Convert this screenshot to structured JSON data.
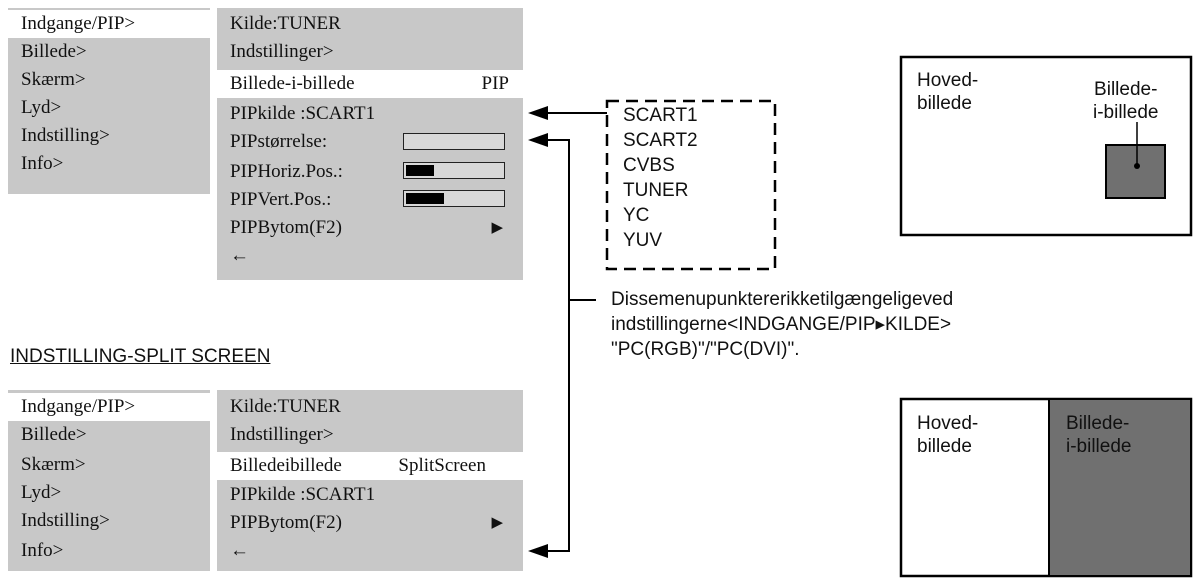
{
  "main_menu_items": [
    "Indgange/PIP>",
    "Billede>",
    "Skærm>",
    "Lyd>",
    "Indstilling>",
    "Info>"
  ],
  "pip_menu": {
    "source_line": "Kilde:TUNER",
    "settings_line": "Indstillinger>",
    "mode_label": "Billede-i-billede",
    "mode_value": "PIP",
    "pip_source": "PIPkilde :SCART1",
    "pip_size_label": "PIPstørrelse:",
    "pip_size_level": 0,
    "pip_hpos_label": "PIPHoriz.Pos.:",
    "pip_hpos_level": 0.28,
    "pip_vpos_label": "PIPVert.Pos.:",
    "pip_vpos_level": 0.38,
    "pip_swap_label": "PIPBytom(F2)",
    "back_label": "←"
  },
  "source_options": [
    "SCART1",
    "SCART2",
    "CVBS",
    "TUNER",
    "YC",
    "YUV"
  ],
  "note_lines": [
    "Dissemenupunktererikketilgængeligeved",
    "indstillingerne<INDGANGE/PIP▸KILDE>",
    "\"PC(RGB)\"/\"PC(DVI)\"."
  ],
  "split_heading": "INDSTILLING-SPLIT  SCREEN",
  "split_menu": {
    "source_line": "Kilde:TUNER",
    "settings_line": "Indstillinger>",
    "mode_label": "Billedeibillede",
    "mode_value": "SplitScreen",
    "pip_source": "PIPkilde :SCART1",
    "pip_swap_label": "PIPBytom(F2)",
    "back_label": "←"
  },
  "pip_diagram": {
    "main_label": "Hoved-\nbillede",
    "pip_label": "Billede-\ni-billede"
  },
  "split_diagram": {
    "main_label": "Hoved-\nbillede",
    "pip_label": "Billede-\ni-billede"
  },
  "colors": {
    "panel_bg": "#c8c8c8",
    "dark_box": "#707070",
    "highlight": "#ffffff"
  }
}
